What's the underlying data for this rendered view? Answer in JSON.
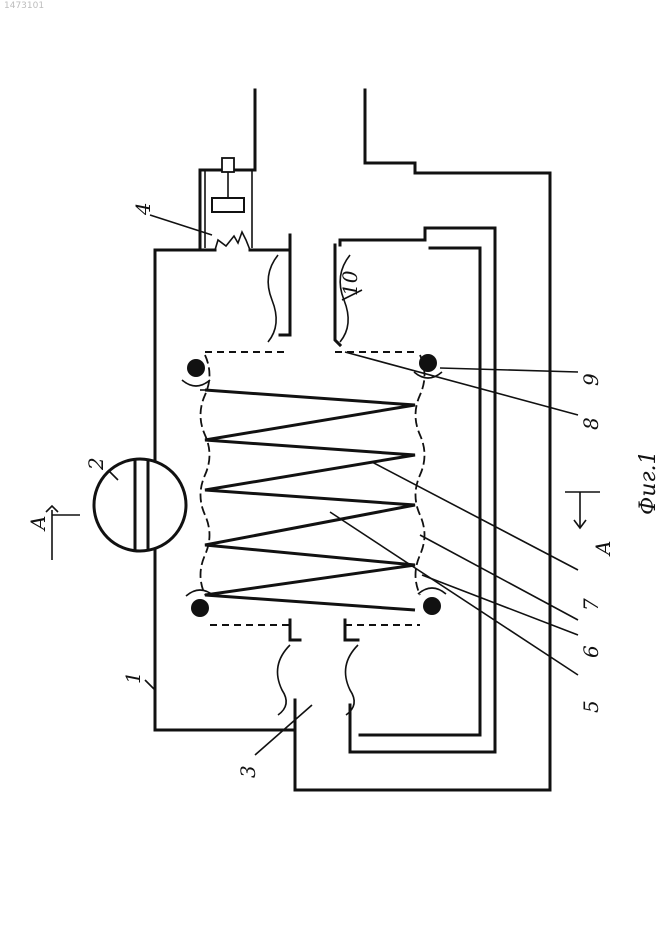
{
  "doc_number": "1473101",
  "figure_caption": "Фиг.1",
  "section_label": "A",
  "part_labels": [
    "1",
    "2",
    "3",
    "4",
    "5",
    "6",
    "7",
    "8",
    "9",
    "10"
  ]
}
